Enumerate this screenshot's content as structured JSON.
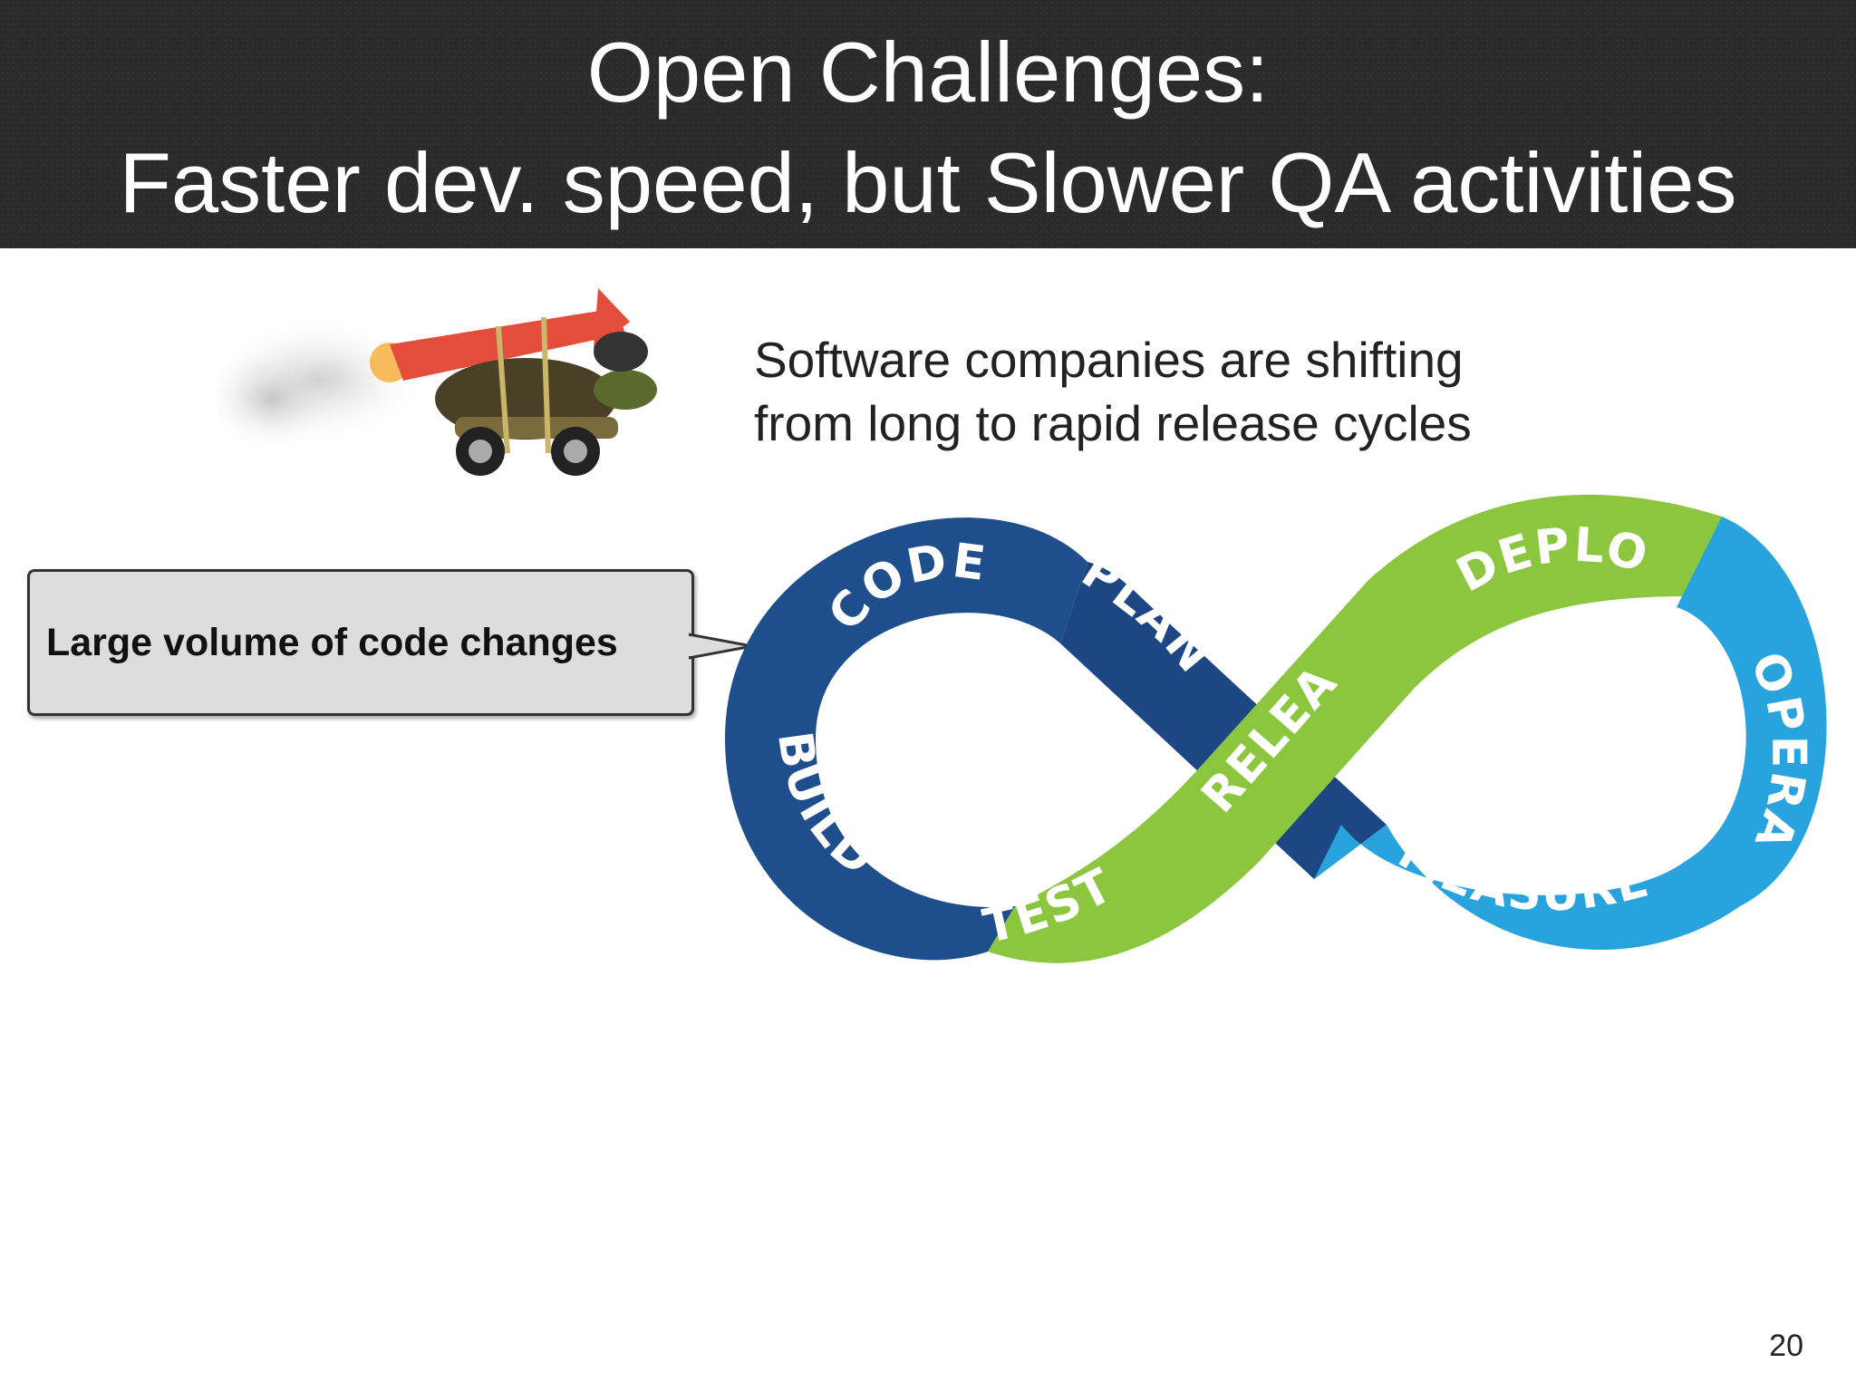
{
  "slide": {
    "title_line1": "Open Challenges:",
    "title_line2": "Faster dev. speed, but Slower QA activities",
    "subtitle_line1": "Software companies are shifting",
    "subtitle_line2": "from long to rapid release cycles",
    "callout": "Large volume of code changes",
    "page_number": "20"
  },
  "illustration": {
    "icon": "rocket-turtle-icon"
  },
  "devops_loop": {
    "icon": "infinity-loop-icon",
    "colors": {
      "dark_blue": "#1f4e8c",
      "green": "#8cc63f",
      "light_blue": "#29a3dd"
    },
    "stages": [
      "CODE",
      "PLAN",
      "BUILD",
      "TEST",
      "RELEASE",
      "DEPLOY",
      "OPERATE",
      "MEASURE"
    ]
  }
}
